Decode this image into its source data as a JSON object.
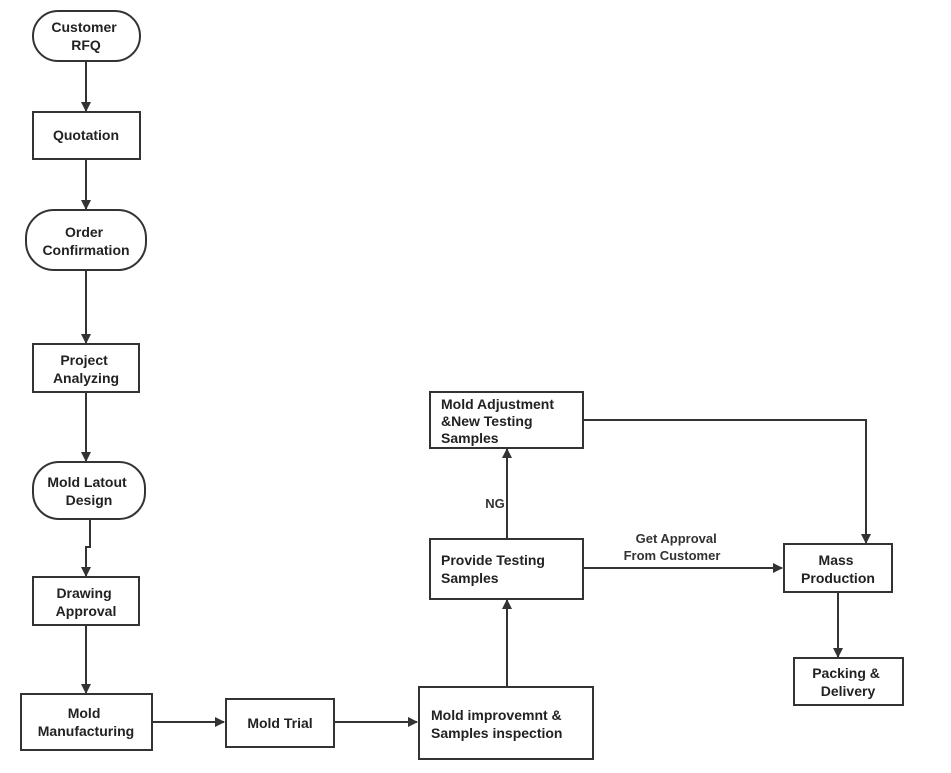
{
  "nodes": {
    "customer_rfq": [
      "Customer",
      "RFQ"
    ],
    "quotation": [
      "Quotation"
    ],
    "order_confirmation": [
      "Order",
      "Confirmation"
    ],
    "project_analyzing": [
      "Project",
      "Analyzing"
    ],
    "mold_layout_design": [
      "Mold Latout",
      "Design"
    ],
    "drawing_approval": [
      "Drawing",
      "Approval"
    ],
    "mold_manufacturing": [
      "Mold",
      "Manufacturing"
    ],
    "mold_trial": [
      "Mold Trial"
    ],
    "mold_improvement": [
      "Mold improvemnt &",
      "Samples inspection"
    ],
    "provide_testing_samples": [
      "Provide Testing",
      "Samples"
    ],
    "mold_adjustment": [
      "Mold Adjustment",
      "&New Testing",
      "Samples"
    ],
    "mass_production": [
      "Mass",
      "Production"
    ],
    "packing_delivery": [
      "Packing &",
      "Delivery"
    ]
  },
  "edge_labels": {
    "ng": "NG",
    "approval": [
      "Get Approval",
      "From Customer"
    ]
  },
  "colors": {
    "stroke": "#333333",
    "text": "#222222",
    "background": "#ffffff"
  }
}
